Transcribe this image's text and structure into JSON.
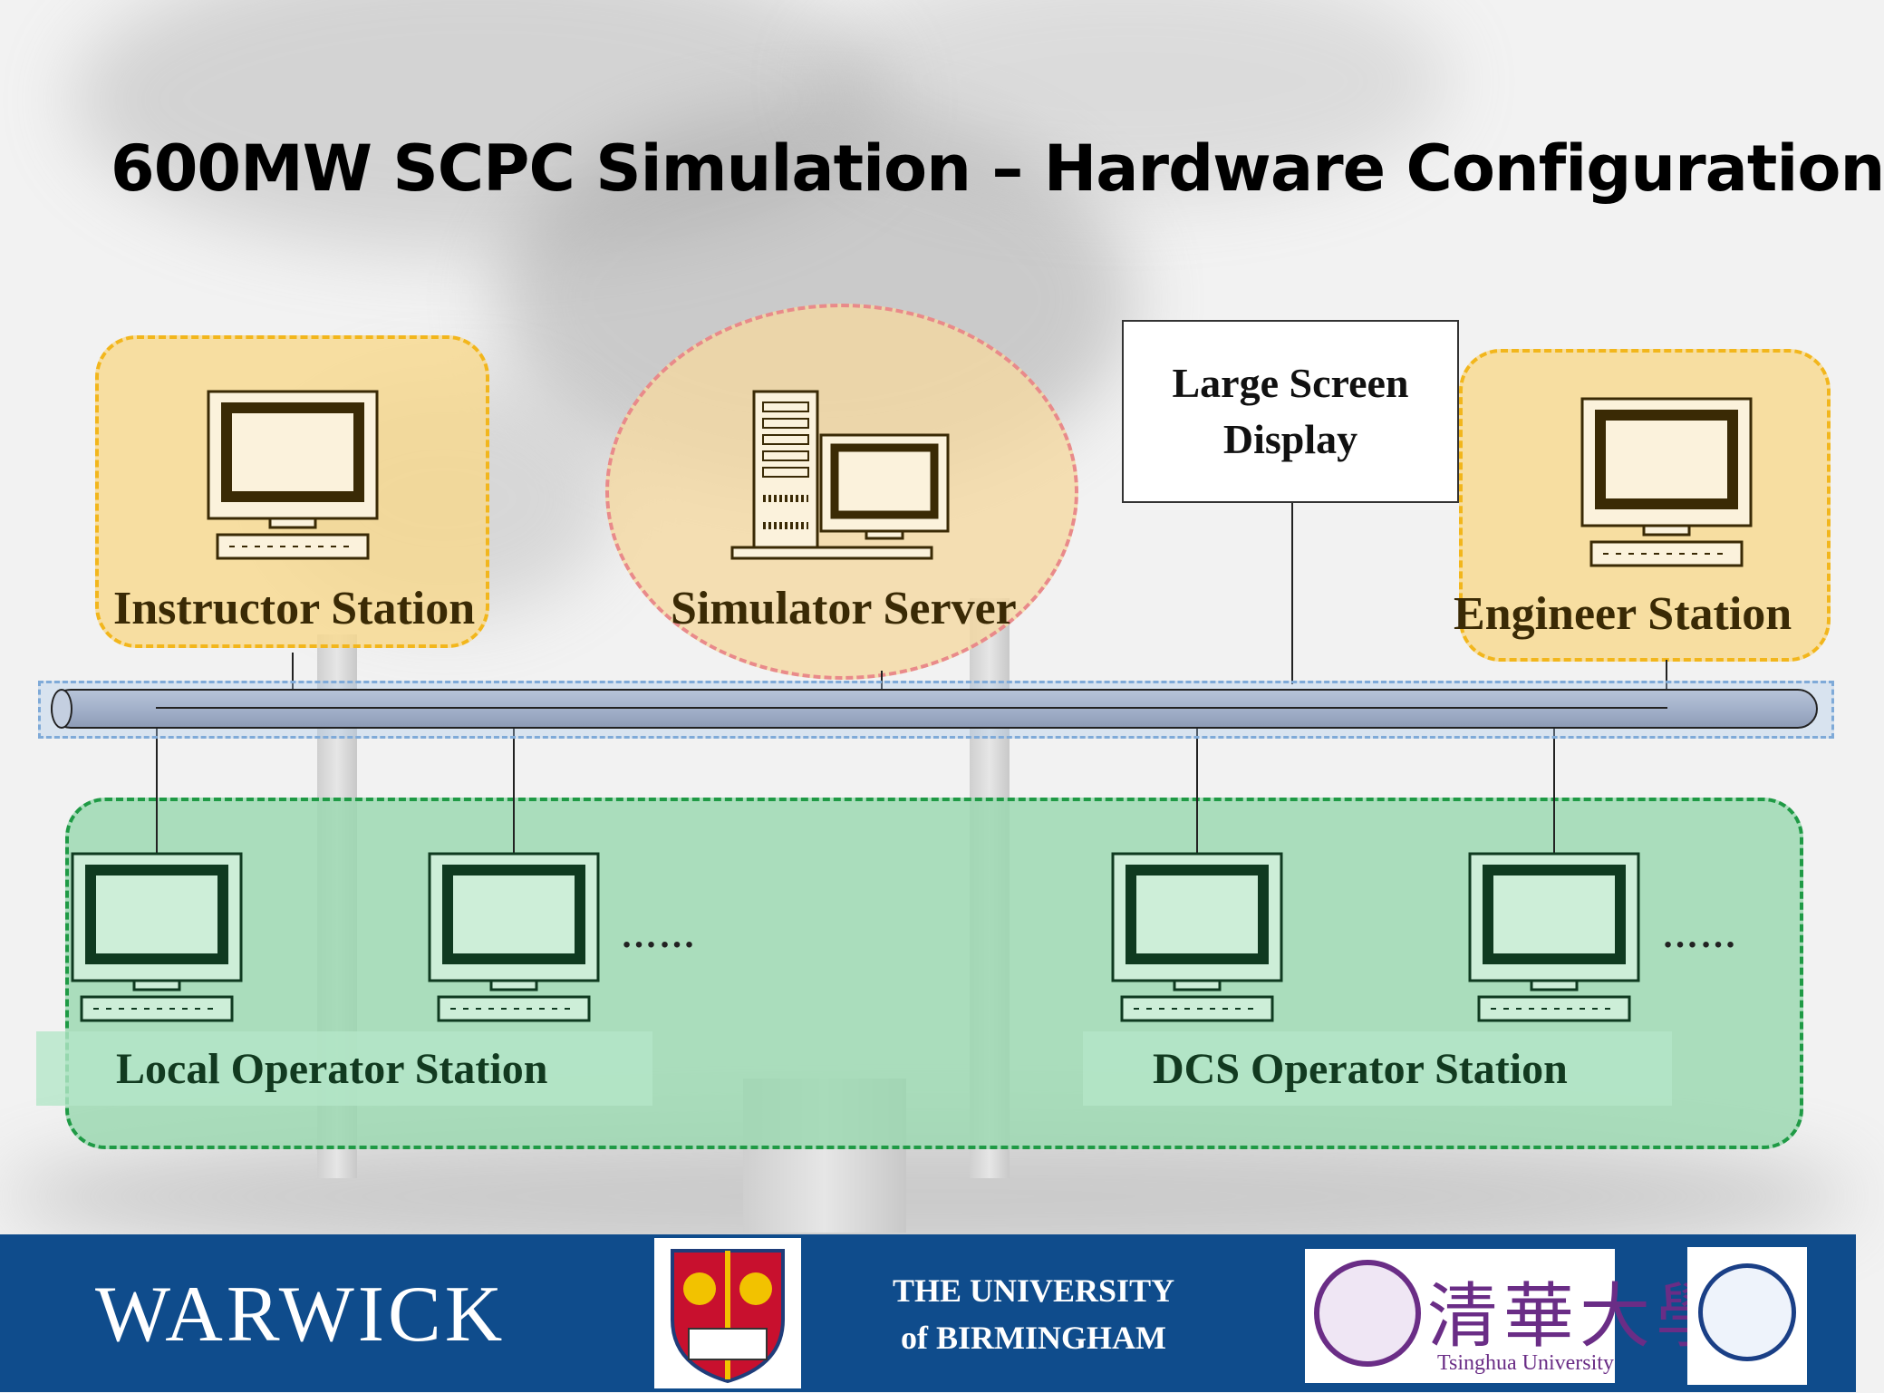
{
  "title": "600MW SCPC Simulation – Hardware Configuration",
  "nodes": {
    "instructor": "Instructor Station",
    "server": "Simulator Server",
    "large_screen_line1": "Large Screen",
    "large_screen_line2": "Display",
    "engineer": "Engineer Station",
    "local_operator": "Local Operator Station",
    "dcs_operator": "DCS Operator Station",
    "ellipsis": "……"
  },
  "footer": {
    "warwick": "WARWICK",
    "birmingham_line1": "THE UNIVERSITY",
    "birmingham_line2": "of BIRMINGHAM",
    "tsinghua_cn": "清華大學",
    "tsinghua_en": "Tsinghua University"
  },
  "colors": {
    "station_fill": "#f8d98a",
    "station_border": "#f2b61c",
    "server_fill": "#f5d9a0",
    "server_border": "#e98a8a",
    "operator_fill": "#9ad8b0",
    "operator_border": "#1f9a45",
    "bus_border": "#7faad8",
    "footer_blue": "#0f4c8c"
  },
  "icons": [
    "computer-icon",
    "server-tower-icon",
    "keyboard-icon"
  ]
}
